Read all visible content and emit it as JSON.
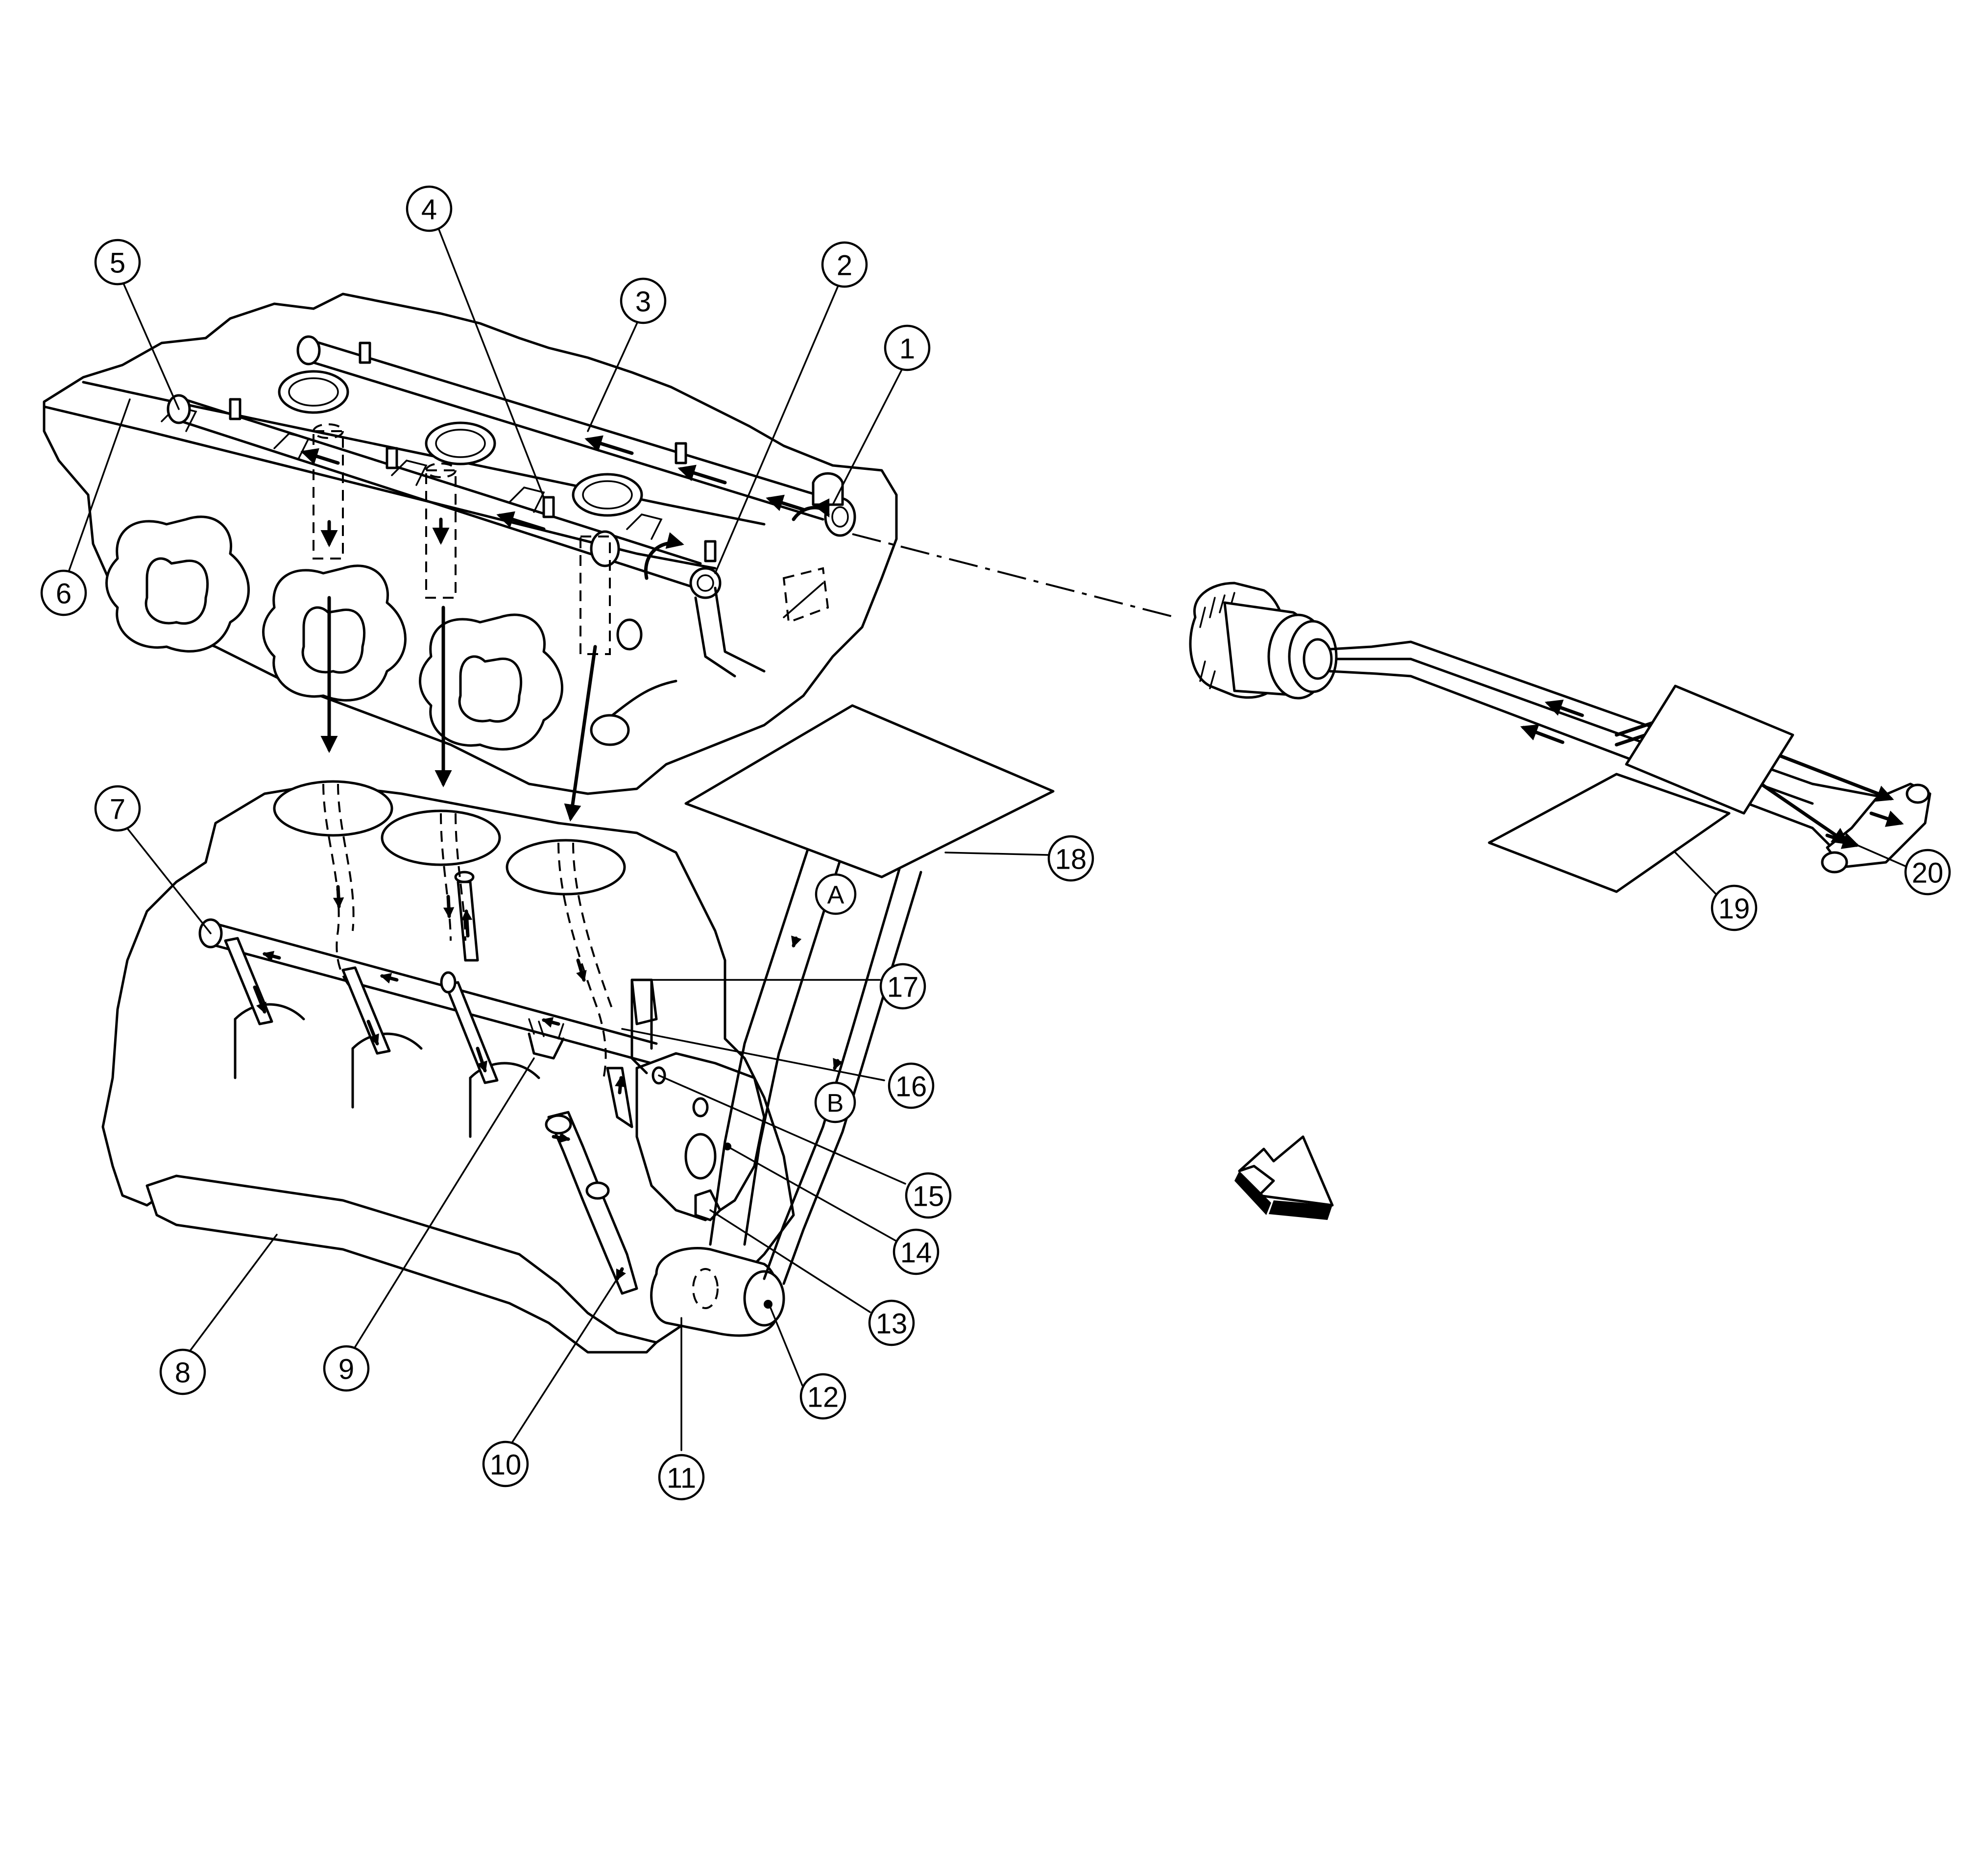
{
  "callouts": [
    {
      "num": "1"
    },
    {
      "num": "2"
    },
    {
      "num": "3"
    },
    {
      "num": "4"
    },
    {
      "num": "5"
    },
    {
      "num": "6"
    },
    {
      "num": "7"
    },
    {
      "num": "8"
    },
    {
      "num": "9"
    },
    {
      "num": "10"
    },
    {
      "num": "11"
    },
    {
      "num": "12"
    },
    {
      "num": "13"
    },
    {
      "num": "14"
    },
    {
      "num": "15"
    },
    {
      "num": "16"
    },
    {
      "num": "17"
    },
    {
      "num": "18"
    },
    {
      "num": "19"
    },
    {
      "num": "20"
    }
  ],
  "views": [
    {
      "label": "A"
    },
    {
      "label": "B"
    }
  ],
  "icons": {
    "front": "front-direction-arrow-icon"
  }
}
